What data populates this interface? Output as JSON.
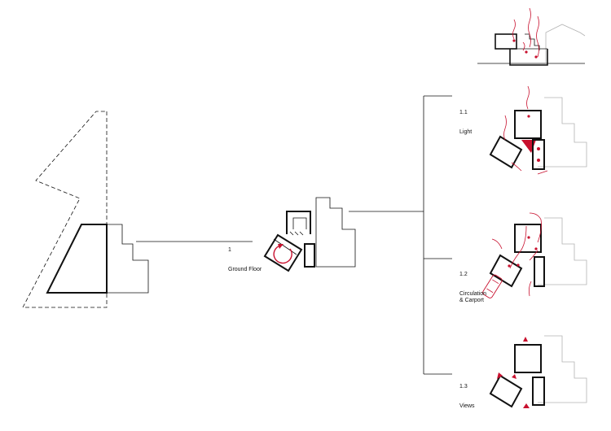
{
  "colors": {
    "ink": "#111111",
    "context": "#b3b3b3",
    "accent": "#c8102e"
  },
  "labels": {
    "ground_floor": {
      "number": "1",
      "title": "Ground Floor"
    },
    "light": {
      "number": "1.1",
      "title": "Light"
    },
    "circulation": {
      "number": "1.2",
      "title": "Circulation\n& Carport"
    },
    "views": {
      "number": "1.3",
      "title": "Views"
    }
  }
}
